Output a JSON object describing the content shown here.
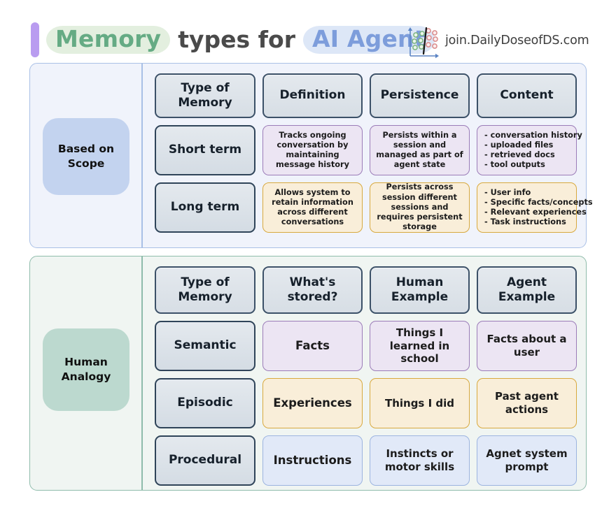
{
  "header": {
    "title_parts": [
      {
        "text": "Memory",
        "style": "highlight-green"
      },
      {
        "text": "types for",
        "style": "plain"
      },
      {
        "text": "AI Agent",
        "style": "highlight-blue"
      }
    ],
    "brand": "join.DailyDoseofDS.com",
    "logo_icon": "scatter-plot-classifier-icon",
    "accent_color": "#b99cf0",
    "highlight_green_bg": "#e3efdf",
    "highlight_green_fg": "#65ab84",
    "highlight_blue_bg": "#dde7f7",
    "highlight_blue_fg": "#7d9ddb"
  },
  "sections": [
    {
      "label": "Based on Scope",
      "border_color": "#a9c0e6",
      "bg_color": "#f0f3fb",
      "label_bg": "#c3d3ef",
      "headers": [
        "Type of Memory",
        "Definition",
        "Persistence",
        "Content"
      ],
      "rows": [
        {
          "tone": "purple",
          "key": "Short term",
          "definition": "Tracks ongoing conversation by maintaining message history",
          "persistence": "Persists within a session and managed as part of agent state",
          "content": [
            "- conversation history",
            "- uploaded files",
            "- retrieved docs",
            "- tool outputs"
          ]
        },
        {
          "tone": "amber",
          "key": "Long term",
          "definition": "Allows system to retain information across different conversations",
          "persistence": "Persists across session different sessions and requires persistent storage",
          "content": [
            "- User info",
            "- Specific facts/concepts",
            "- Relevant experiences",
            "- Task instructions"
          ]
        }
      ]
    },
    {
      "label": "Human Analogy",
      "border_color": "#8fbcab",
      "bg_color": "#f0f5f2",
      "label_bg": "#bcd9cf",
      "headers": [
        "Type of Memory",
        "What's stored?",
        "Human Example",
        "Agent Example"
      ],
      "rows": [
        {
          "tone": "purple",
          "key": "Semantic",
          "stored": "Facts",
          "human_example": "Things I learned in school",
          "agent_example": "Facts about a user"
        },
        {
          "tone": "amber",
          "key": "Episodic",
          "stored": "Experiences",
          "human_example": "Things I did",
          "agent_example": "Past agent actions"
        },
        {
          "tone": "blue",
          "key": "Procedural",
          "stored": "Instructions",
          "human_example": "Instincts or motor skills",
          "agent_example": "Agnet system prompt"
        }
      ]
    }
  ]
}
